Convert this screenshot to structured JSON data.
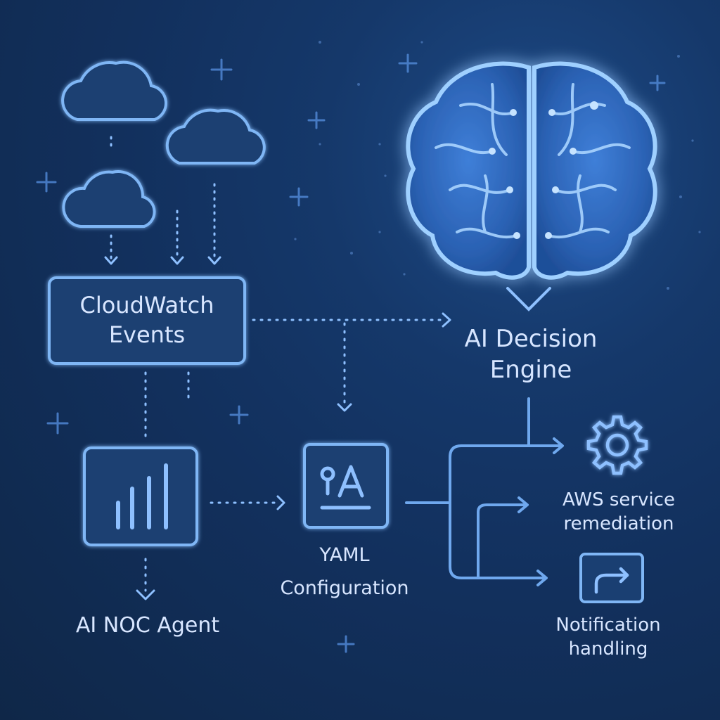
{
  "diagram": {
    "nodes": {
      "cloudwatch": {
        "line1": "CloudWatch",
        "line2": "Events"
      },
      "decision_engine": {
        "line1": "AI Decision",
        "line2": "Engine"
      },
      "noc_agent": {
        "label": "AI NOC Agent"
      },
      "yaml_config": {
        "line1": "YAML",
        "line2": "Configuration"
      },
      "remediation": {
        "line1": "AWS service",
        "line2": "remediation"
      },
      "notification": {
        "line1": "Notification",
        "line2": "handling"
      }
    },
    "icons": [
      "cloud-icon",
      "brain-icon",
      "bar-chart-icon",
      "yaml-file-icon",
      "gear-icon",
      "forward-arrow-icon"
    ],
    "colors": {
      "background": "#12305d",
      "accent": "#7fb6f5",
      "glow": "#4d8fe8",
      "text": "#d8e6ff"
    }
  }
}
